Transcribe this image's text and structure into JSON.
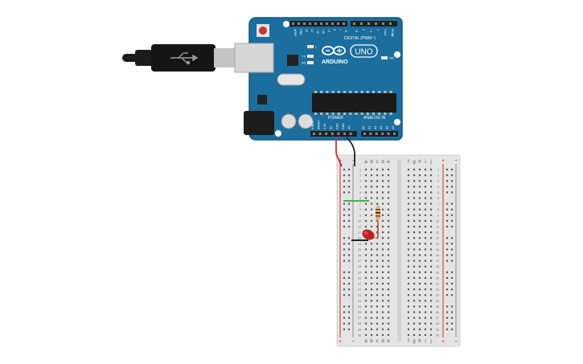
{
  "board": {
    "brand": "ARDUINO",
    "model": "UNO",
    "digital_label": "DIGITAL (PWM~)",
    "power_label": "POWER",
    "analog_label": "ANALOG IN",
    "on_label": "ON",
    "tx_label": "TX",
    "rx_label": "RX",
    "l_label": "L",
    "top_pins": [
      "AREF",
      "GND",
      "13",
      "12",
      "~11",
      "~10",
      "~9",
      "8",
      "7",
      "~6",
      "~5",
      "4",
      "~3",
      "2",
      "TX▸1",
      "RX◀0"
    ],
    "power_pins": [
      "IOREF",
      "RESET",
      "3.3V",
      "5V",
      "GND",
      "GND",
      "Vin"
    ],
    "analog_pins": [
      "A0",
      "A1",
      "A2",
      "A3",
      "A4",
      "A5"
    ]
  },
  "breadboard": {
    "columns_left": [
      "a",
      "b",
      "c",
      "d",
      "e"
    ],
    "columns_right": [
      "f",
      "g",
      "h",
      "i",
      "j"
    ],
    "plus": "+",
    "minus": "−",
    "row_count": 30
  },
  "colors": {
    "board": "#1b6e9e",
    "board_dark": "#13577d",
    "wire_red": "#d62b2b",
    "wire_black": "#222222",
    "wire_green": "#3cb44b",
    "led": "#c21f1f",
    "breadboard": "#e4e4e4"
  }
}
